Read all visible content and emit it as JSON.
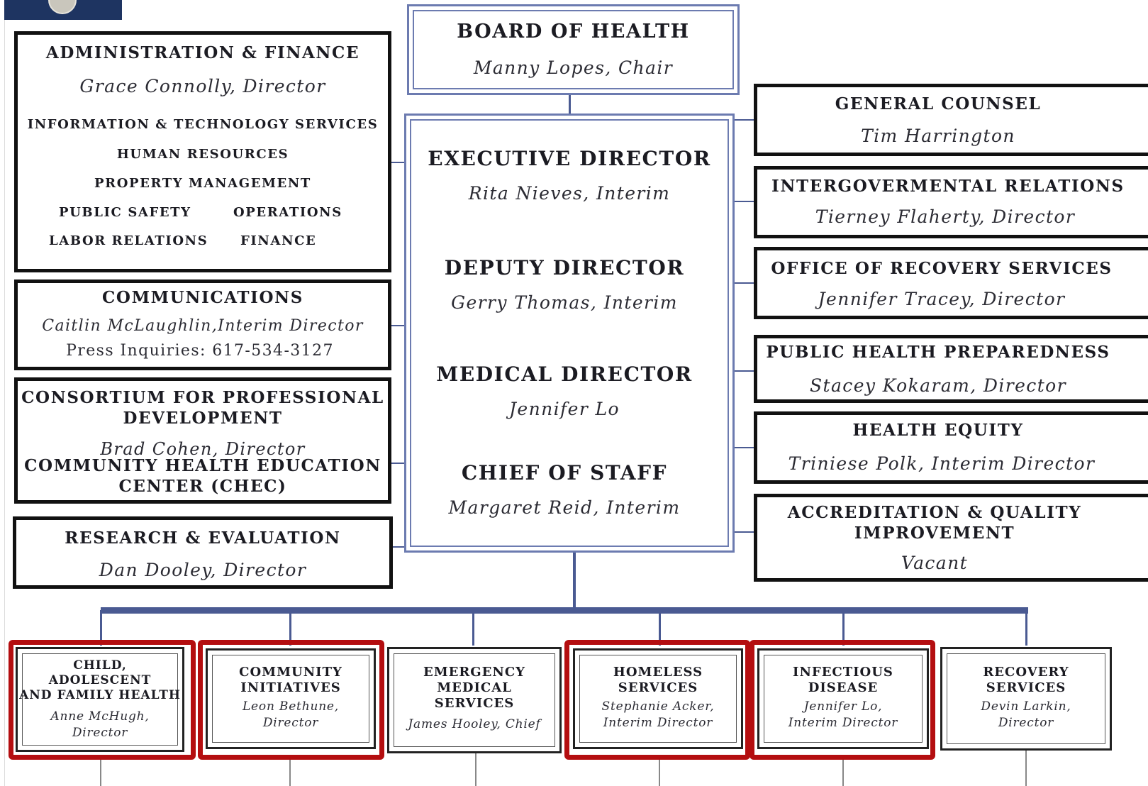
{
  "logo": {
    "alt": "seal-logo"
  },
  "board": {
    "title": "BOARD OF HEALTH",
    "name": "Manny Lopes, Chair"
  },
  "executive": [
    {
      "title": "EXECUTIVE DIRECTOR",
      "name": "Rita Nieves, Interim"
    },
    {
      "title": "DEPUTY DIRECTOR",
      "name": "Gerry Thomas, Interim"
    },
    {
      "title": "MEDICAL DIRECTOR",
      "name": "Jennifer Lo"
    },
    {
      "title": "CHIEF OF STAFF",
      "name": "Margaret Reid, Interim"
    }
  ],
  "admin": {
    "title": "ADMINISTRATION & FINANCE",
    "name": "Grace Connolly, Director",
    "units": {
      "it": "INFORMATION & TECHNOLOGY SERVICES",
      "hr": "HUMAN RESOURCES",
      "property": "PROPERTY MANAGEMENT",
      "safety": "PUBLIC SAFETY",
      "operations": "OPERATIONS",
      "labor": "LABOR RELATIONS",
      "finance": "FINANCE"
    }
  },
  "communications": {
    "title": "COMMUNICATIONS",
    "name": "Caitlin McLaughlin,Interim Director",
    "press": "Press Inquiries: 617-534-3127"
  },
  "consortium": {
    "title_line1": "CONSORTIUM FOR PROFESSIONAL",
    "title_line2": "DEVELOPMENT",
    "name": "Brad Cohen, Director",
    "chec_line1": "COMMUNITY HEALTH EDUCATION",
    "chec_line2": "CENTER (CHEC)"
  },
  "research": {
    "title": "RESEARCH & EVALUATION",
    "name": "Dan Dooley, Director"
  },
  "right": {
    "counsel": {
      "title": "GENERAL COUNSEL",
      "name": "Tim Harrington"
    },
    "intergov": {
      "title": "INTERGOVERMENTAL RELATIONS",
      "name": "Tierney Flaherty, Director"
    },
    "recovery_office": {
      "title": "OFFICE OF RECOVERY SERVICES",
      "name": "Jennifer Tracey, Director"
    },
    "preparedness": {
      "title": "PUBLIC HEALTH PREPAREDNESS",
      "name": "Stacey Kokaram, Director"
    },
    "equity": {
      "title": "HEALTH EQUITY",
      "name": "Triniese Polk, Interim Director"
    },
    "accreditation": {
      "title_line1": "ACCREDITATION & QUALITY",
      "title_line2": "IMPROVEMENT",
      "name": "Vacant"
    }
  },
  "bureaus": [
    {
      "title": "CHILD,\nADOLESCENT\nAND FAMILY HEALTH",
      "name": "Anne McHugh,\nDirector",
      "highlighted": true
    },
    {
      "title": "COMMUNITY\nINITIATIVES",
      "name": "Leon Bethune,\nDirector",
      "highlighted": true
    },
    {
      "title": "EMERGENCY\nMEDICAL\nSERVICES",
      "name": "James Hooley, Chief",
      "highlighted": false
    },
    {
      "title": "HOMELESS\nSERVICES",
      "name": "Stephanie Acker,\nInterim Director",
      "highlighted": true
    },
    {
      "title": "INFECTIOUS\nDISEASE",
      "name": "Jennifer Lo,\nInterim Director",
      "highlighted": true
    },
    {
      "title": "RECOVERY\nSERVICES",
      "name": "Devin Larkin,\nDirector",
      "highlighted": false
    }
  ],
  "colors": {
    "connector": "#4a5a92",
    "highlight": "#b40e10",
    "logo_bg": "#1e3461"
  }
}
